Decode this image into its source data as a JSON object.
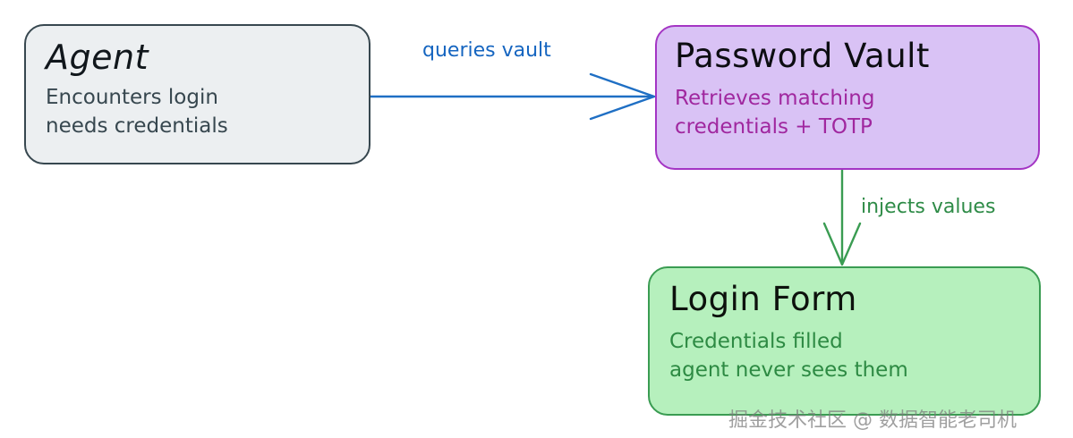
{
  "diagram": {
    "type": "flowchart",
    "direction": "left-to-right then top-to-bottom",
    "nodes": [
      {
        "id": "agent",
        "title": "Agent",
        "description": "Encounters login\nneeds credentials",
        "fill": "#eceff1",
        "border": "#37474f",
        "title_color": "#11171c",
        "desc_color": "#37474f"
      },
      {
        "id": "vault",
        "title": "Password Vault",
        "description": "Retrieves matching\ncredentials + TOTP",
        "fill": "#d9c2f5",
        "border": "#a435c4",
        "title_color": "#0d0d12",
        "desc_color": "#a0279f"
      },
      {
        "id": "login",
        "title": "Login Form",
        "description": "Credentials filled\nagent never sees them",
        "fill": "#b6f0bd",
        "border": "#3a9c52",
        "title_color": "#0d120d",
        "desc_color": "#2d8a43"
      }
    ],
    "edges": [
      {
        "id": "agent-to-vault",
        "label": "queries vault",
        "from": "agent",
        "to": "vault",
        "color": "#1565c0"
      },
      {
        "id": "vault-to-login",
        "label": "injects values",
        "from": "vault",
        "to": "login",
        "color": "#2e8b47"
      }
    ]
  },
  "watermark": {
    "text": "掘金技术社区 @ 数据智能老司机"
  }
}
